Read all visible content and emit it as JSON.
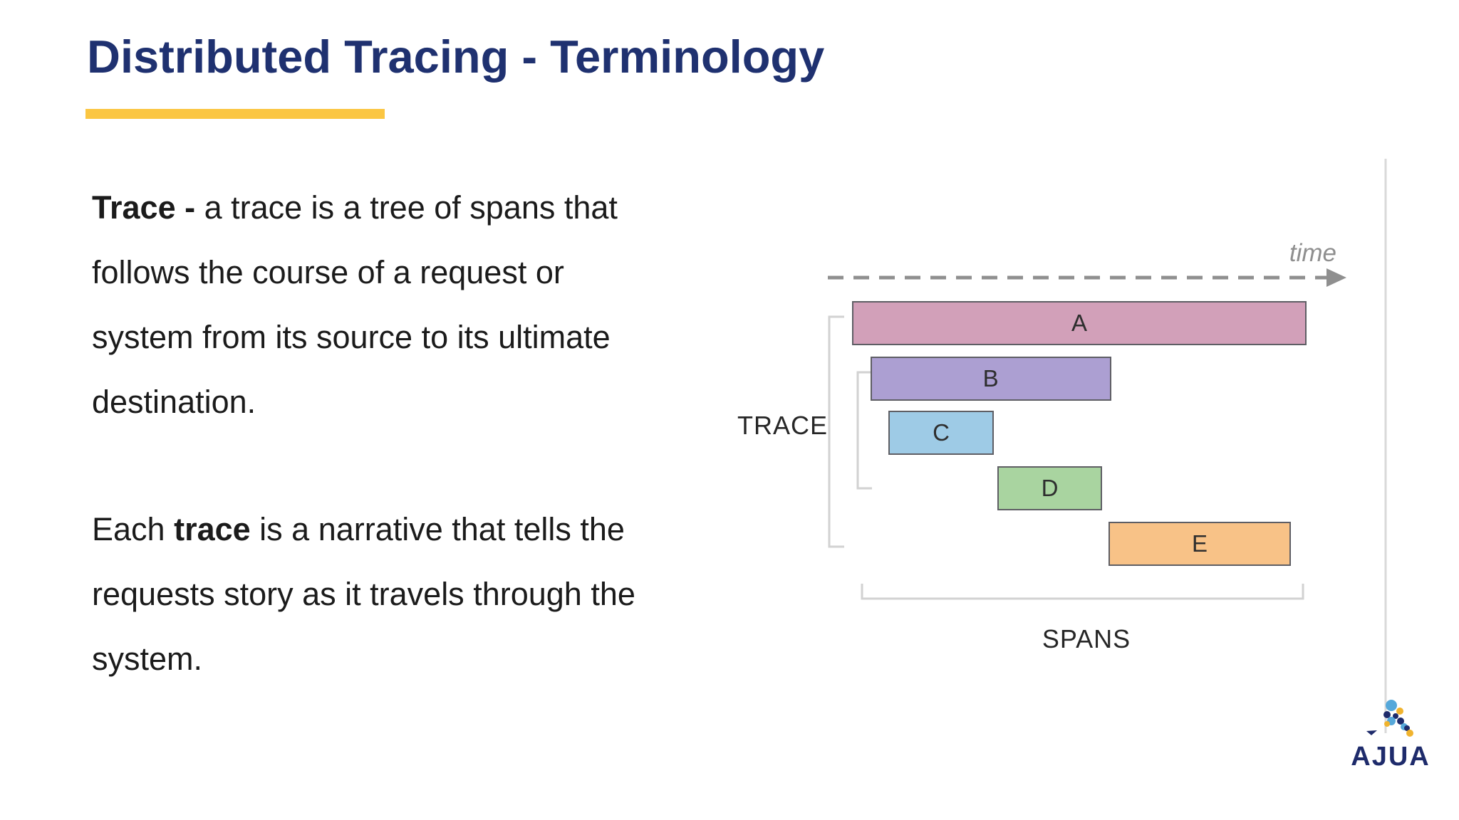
{
  "title": {
    "text": "Distributed Tracing - Terminology"
  },
  "paragraphs": [
    {
      "lines": [
        [
          {
            "t": "Trace - ",
            "b": 1
          },
          {
            "t": "a trace is a tree of spans that",
            "b": 0
          }
        ],
        [
          {
            "t": "follows the course of a request or",
            "b": 0
          }
        ],
        [
          {
            "t": "system from its source to its ultimate",
            "b": 0
          }
        ],
        [
          {
            "t": "destination.",
            "b": 0
          }
        ]
      ]
    },
    {
      "lines": [
        [
          {
            "t": "Each ",
            "b": 0
          },
          {
            "t": "trace",
            "b": 1
          },
          {
            "t": " is a narrative that tells the",
            "b": 0
          }
        ],
        [
          {
            "t": "requests story as it travels through the",
            "b": 0
          }
        ],
        [
          {
            "t": "system.",
            "b": 0
          }
        ]
      ]
    }
  ],
  "diagram": {
    "type": "span-timeline",
    "time_label": "time",
    "trace_label": "TRACE",
    "spans_label": "SPANS",
    "timeline": {
      "min": 0,
      "max": 100
    },
    "spans": [
      {
        "label": "A",
        "row": 0,
        "start": 0,
        "end": 100,
        "color": "#d2a0b9"
      },
      {
        "label": "B",
        "row": 1,
        "start": 4,
        "end": 57,
        "color": "#ac9fd2"
      },
      {
        "label": "C",
        "row": 2,
        "start": 8,
        "end": 31.2,
        "color": "#9ecbe6"
      },
      {
        "label": "D",
        "row": 3,
        "start": 32,
        "end": 55,
        "color": "#a9d4a0"
      },
      {
        "label": "E",
        "row": 4,
        "start": 56.4,
        "end": 96.6,
        "color": "#f8c287"
      }
    ]
  },
  "logo": {
    "text": "AJUA"
  },
  "colors": {
    "title_navy": "#1f3170",
    "accent_gold": "#fbc642",
    "body_text": "#1b1b1b",
    "diagram_label": "#262626",
    "axis_gray": "#8f8f8f",
    "bracket_gray": "#d2d2d2",
    "divider_gray": "#d9d9d9",
    "logo_navy": "#1e2b6b",
    "logo_blue": "#56a8da",
    "logo_gold": "#f0b32e"
  }
}
